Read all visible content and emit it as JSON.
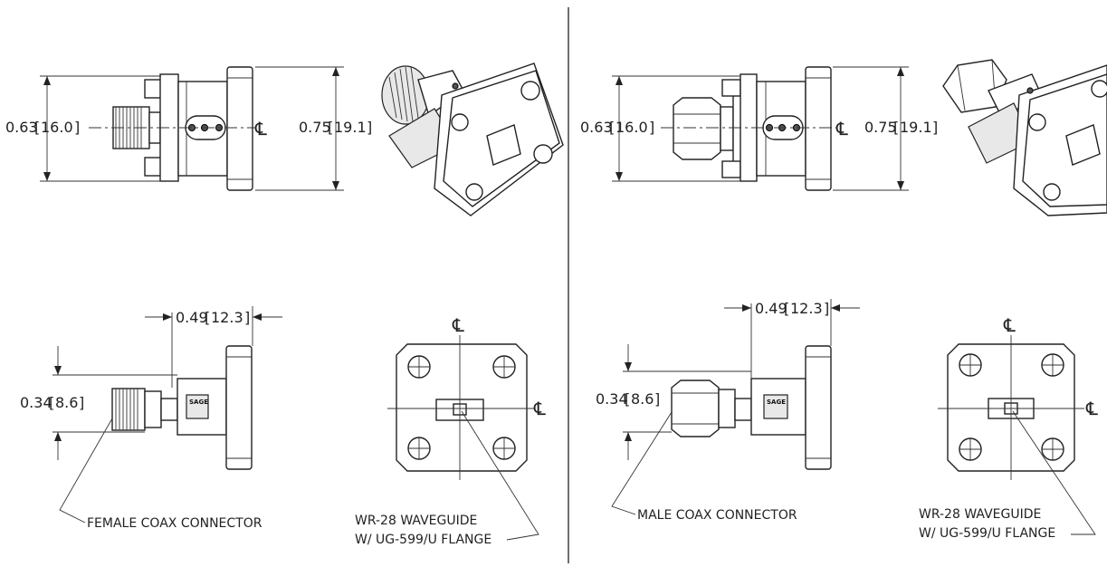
{
  "left_drawing": {
    "dim_height_connector": "0.63",
    "dim_height_connector_mm": "16.0",
    "dim_height_flange": "0.75",
    "dim_height_flange_mm": "19.1",
    "dim_length": "0.49",
    "dim_length_mm": "12.3",
    "dim_offset": "0.34",
    "dim_offset_mm": "8.6",
    "callout_connector": "FEMALE COAX CONNECTOR",
    "callout_waveguide_line1": "WR-28 WAVEGUIDE",
    "callout_waveguide_line2": "W/ UG-599/U FLANGE"
  },
  "right_drawing": {
    "dim_height_connector": "0.63",
    "dim_height_connector_mm": "16.0",
    "dim_height_flange": "0.75",
    "dim_height_flange_mm": "19.1",
    "dim_length": "0.49",
    "dim_length_mm": "12.3",
    "dim_offset": "0.34",
    "dim_offset_mm": "8.6",
    "callout_connector": "MALE COAX CONNECTOR",
    "callout_waveguide_line1": "WR-28 WAVEGUIDE",
    "callout_waveguide_line2": "W/ UG-599/U FLANGE"
  },
  "centerline_symbol": "℄",
  "logo_text": "SAGE"
}
